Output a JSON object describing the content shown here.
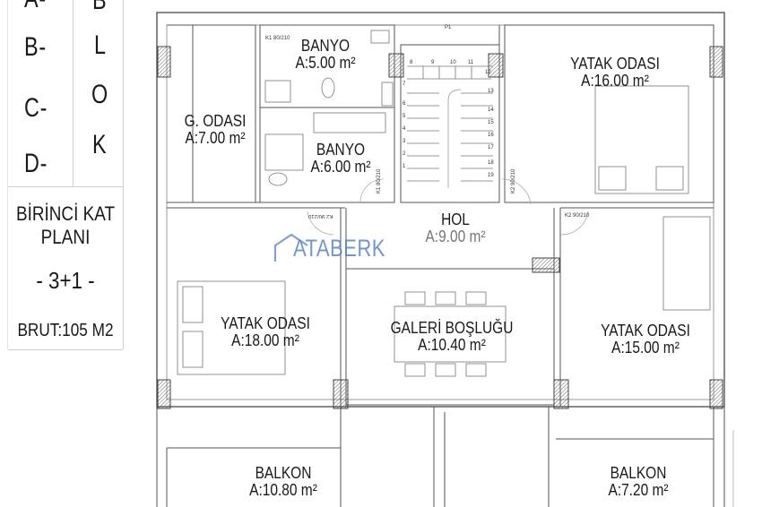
{
  "legend": {
    "block_letters": [
      "A-",
      "B-",
      "C-",
      "D-"
    ],
    "block_word": [
      "B",
      "L",
      "O",
      "K"
    ],
    "floor_title": [
      "BİRİNCİ KAT",
      "PLANI"
    ],
    "type": "- 3+1 -",
    "gross": "BRUT:105 M2"
  },
  "rooms": [
    {
      "name": "BANYO",
      "area": "A:5.00 m²"
    },
    {
      "name": "G. ODASI",
      "area": "A:7.00 m²"
    },
    {
      "name": "BANYO",
      "area": "A:6.00 m²"
    },
    {
      "name": "YATAK ODASI",
      "area": "A:16.00 m²"
    },
    {
      "name": "HOL",
      "area": "A:9.00 m²"
    },
    {
      "name": "YATAK ODASI",
      "area": "A:18.00 m²"
    },
    {
      "name": "GALERİ BOŞLUĞU",
      "area": "A:10.40 m²"
    },
    {
      "name": "YATAK ODASI",
      "area": "A:15.00 m²"
    },
    {
      "name": "BALKON",
      "area": "A:10.80 m²"
    },
    {
      "name": "BALKON",
      "area": "A:7.20 m²"
    }
  ],
  "door_tags": [
    "K1 80/210",
    "K1 80/210",
    "K2 90/210",
    "K2 90/210",
    "K2 90/210"
  ],
  "stair_tag": "P1",
  "stair_numbers": [
    "1",
    "2",
    "3",
    "4",
    "5",
    "6",
    "7",
    "8",
    "9",
    "10",
    "11",
    "12",
    "13",
    "14",
    "15",
    "16",
    "17",
    "18",
    "19"
  ],
  "logo_text": "ATABERK",
  "colors": {
    "wall": "#555555",
    "line": "#9a9a9a",
    "logo": "#5b86c4"
  }
}
